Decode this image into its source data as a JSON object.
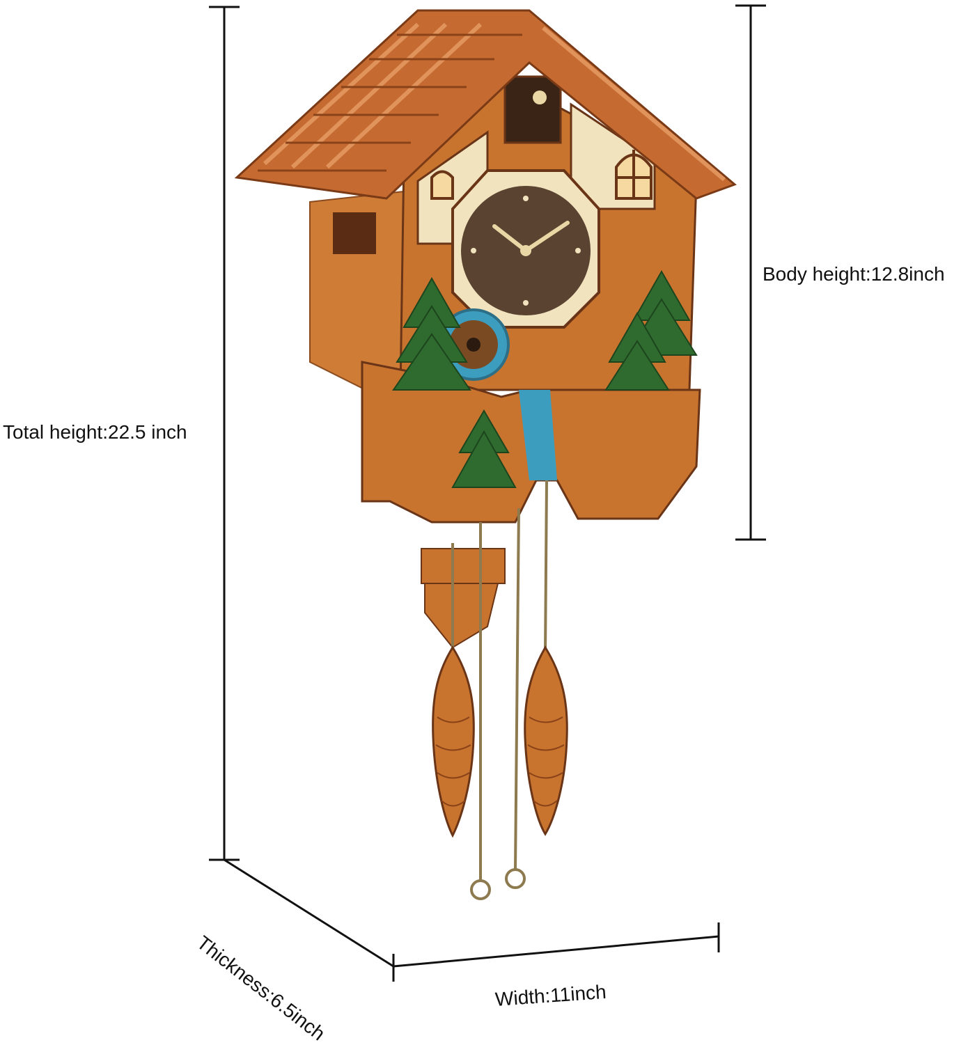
{
  "dimensions": {
    "total_height": "Total height:22.5 inch",
    "body_height": "Body height:12.8inch",
    "thickness": "Thickness:6.5inch",
    "width": "Width:11inch"
  },
  "colors": {
    "roof": "#c56a30",
    "wood": "#c8742f",
    "dark_wood": "#6a3417",
    "tree": "#2f6b2f",
    "water": "#3c9dbf",
    "dial": "#5a4330",
    "cream": "#f2e3bf",
    "chain": "#8d7a4f",
    "line": "#111111"
  }
}
